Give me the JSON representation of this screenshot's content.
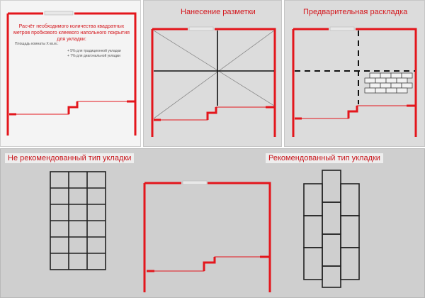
{
  "panels": {
    "calc": {
      "title": "Расчёт необходимого количества квадратных метров пробкового клеевого напольного покрытия для укладки:",
      "area_label": "Площадь комнаты Х кв.м.:",
      "options": [
        "+ 5% для традиционной укладки",
        "+ 7% для диагональной укладки"
      ]
    },
    "marking": {
      "title": "Нанесение разметки"
    },
    "layout": {
      "title": "Предварительная раскладка"
    }
  },
  "bottom": {
    "not_recommended": "Не рекомендованный тип укладки",
    "recommended": "Рекомендованный тип укладки"
  },
  "colors": {
    "wall": "#e3161c",
    "title_red": "#d4151b"
  }
}
